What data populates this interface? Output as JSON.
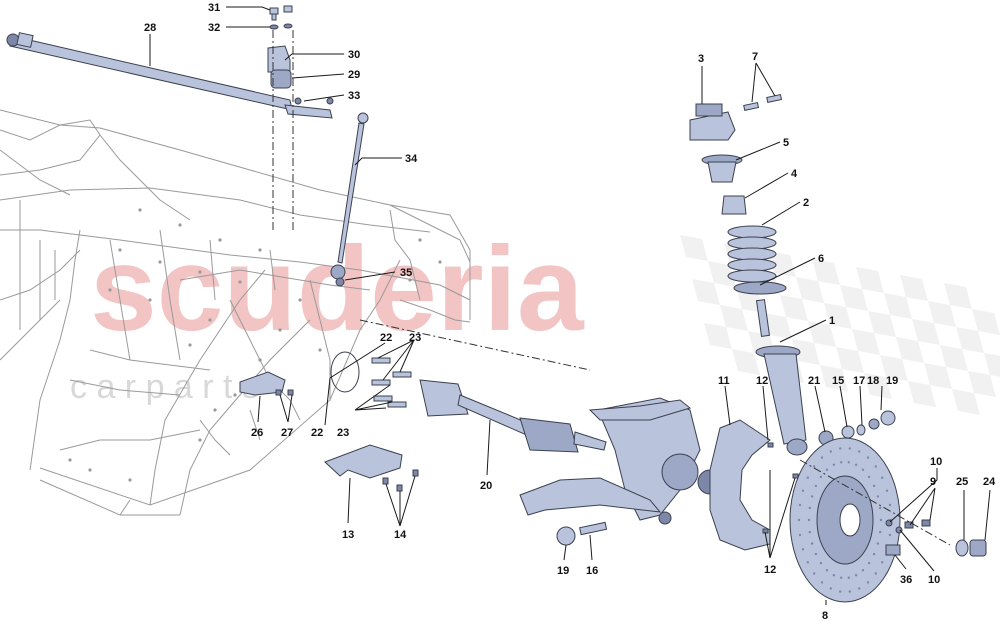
{
  "watermark": {
    "main_text": "scuderia",
    "sub_text": "c a r p a r t s",
    "main_color": "#f2c4c4",
    "sub_color": "#d8d8d8",
    "flag_color": "#e6e6e6"
  },
  "colors": {
    "part_fill": "#b9c3dc",
    "part_dark": "#7d88a8",
    "frame_line": "#9a9a9a",
    "label_color": "#111111"
  },
  "labels": [
    {
      "id": "31",
      "text": "31"
    },
    {
      "id": "32",
      "text": "32"
    },
    {
      "id": "28",
      "text": "28"
    },
    {
      "id": "30",
      "text": "30"
    },
    {
      "id": "29",
      "text": "29"
    },
    {
      "id": "33",
      "text": "33"
    },
    {
      "id": "34",
      "text": "34"
    },
    {
      "id": "35",
      "text": "35"
    },
    {
      "id": "3",
      "text": "3"
    },
    {
      "id": "7",
      "text": "7"
    },
    {
      "id": "5",
      "text": "5"
    },
    {
      "id": "4",
      "text": "4"
    },
    {
      "id": "2",
      "text": "2"
    },
    {
      "id": "6",
      "text": "6"
    },
    {
      "id": "1",
      "text": "1"
    },
    {
      "id": "11",
      "text": "11"
    },
    {
      "id": "12a",
      "text": "12"
    },
    {
      "id": "21",
      "text": "21"
    },
    {
      "id": "15",
      "text": "15"
    },
    {
      "id": "17",
      "text": "17"
    },
    {
      "id": "18",
      "text": "18"
    },
    {
      "id": "19a",
      "text": "19"
    },
    {
      "id": "22a",
      "text": "22"
    },
    {
      "id": "23a",
      "text": "23"
    },
    {
      "id": "26",
      "text": "26"
    },
    {
      "id": "27",
      "text": "27"
    },
    {
      "id": "22b",
      "text": "22"
    },
    {
      "id": "23b",
      "text": "23"
    },
    {
      "id": "20",
      "text": "20"
    },
    {
      "id": "13",
      "text": "13"
    },
    {
      "id": "14",
      "text": "14"
    },
    {
      "id": "19b",
      "text": "19"
    },
    {
      "id": "16",
      "text": "16"
    },
    {
      "id": "12b",
      "text": "12"
    },
    {
      "id": "10a",
      "text": "10"
    },
    {
      "id": "9",
      "text": "9"
    },
    {
      "id": "25",
      "text": "25"
    },
    {
      "id": "24",
      "text": "24"
    },
    {
      "id": "36",
      "text": "36"
    },
    {
      "id": "10b",
      "text": "10"
    },
    {
      "id": "8",
      "text": "8"
    }
  ]
}
